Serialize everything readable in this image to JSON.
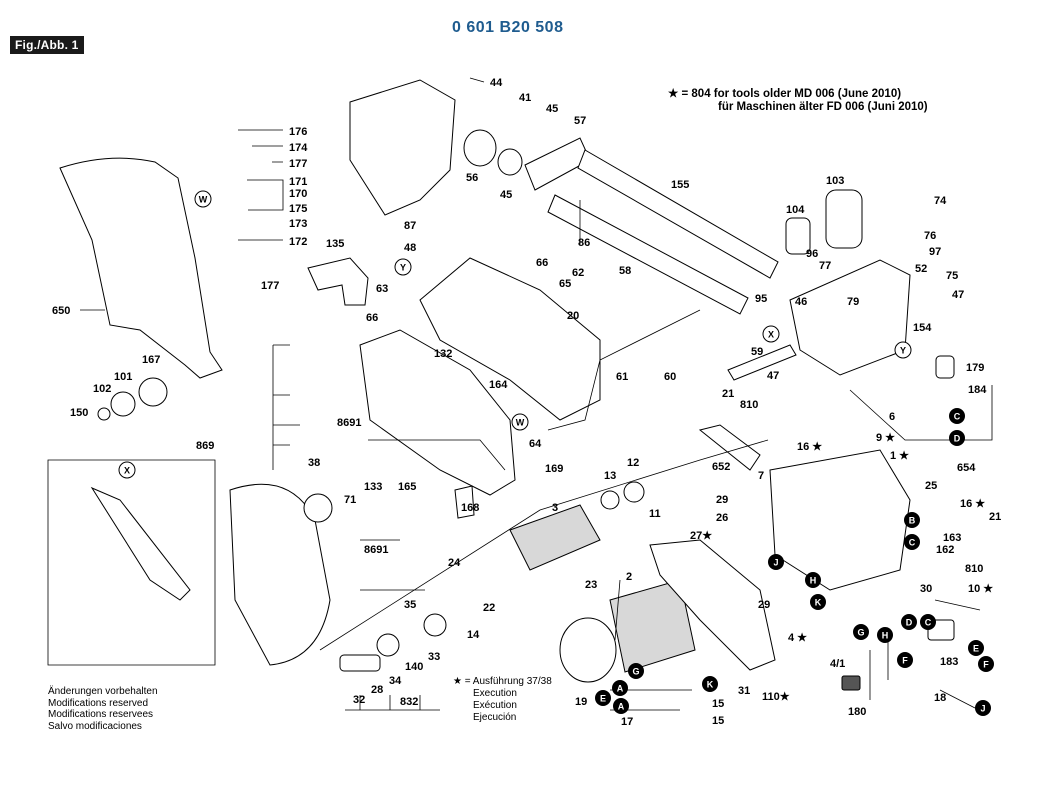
{
  "header": {
    "figure_tag": "Fig./Abb. 1",
    "part_number": "0 601 B20 508"
  },
  "note": {
    "line1": "★ = 804 for tools older MD 006 (June 2010)",
    "line2": "für Maschinen älter FD 006 (Juni 2010)"
  },
  "variant_note": {
    "line1": "★ = Ausführung 37/38",
    "line2": "Execution",
    "line3": "Exécution",
    "line4": "Ejecución"
  },
  "disclaimer": [
    "Änderungen vorbehalten",
    "Modifications reserved",
    "Modifications reservees",
    "Salvo modificaciones"
  ],
  "part_labels": [
    "44",
    "41",
    "45",
    "57",
    "56",
    "45",
    "155",
    "103",
    "74",
    "176",
    "174",
    "177",
    "171",
    "170",
    "175",
    "173",
    "172",
    "177",
    "650",
    "135",
    "87",
    "48",
    "66",
    "62",
    "65",
    "63",
    "86",
    "58",
    "104",
    "96",
    "77",
    "52",
    "97",
    "76",
    "75",
    "95",
    "46",
    "79",
    "47",
    "66",
    "20",
    "132",
    "154",
    "59",
    "47",
    "179",
    "184",
    "167",
    "101",
    "102",
    "150",
    "164",
    "61",
    "60",
    "21",
    "810",
    "8691",
    "869",
    "38",
    "71",
    "133",
    "165",
    "169",
    "64",
    "6",
    "9 ★",
    "1 ★",
    "168",
    "8691",
    "13",
    "12",
    "11",
    "3",
    "652",
    "16 ★",
    "654",
    "29",
    "26",
    "25",
    "16 ★",
    "27★",
    "163",
    "162",
    "21",
    "30",
    "810",
    "10 ★",
    "24",
    "2",
    "23",
    "22",
    "35",
    "14",
    "29",
    "4 ★",
    "140",
    "33",
    "34",
    "28",
    "32",
    "832",
    "19",
    "17",
    "15",
    "15",
    "31",
    "110★",
    "183",
    "180",
    "18",
    "4/1",
    "7"
  ],
  "connector_letters": [
    "W",
    "Y",
    "Y",
    "X",
    "X",
    "Y",
    "W",
    "C",
    "D",
    "B",
    "C",
    "J",
    "H",
    "K",
    "G",
    "D",
    "C",
    "E",
    "F",
    "G",
    "H",
    "K",
    "A",
    "E",
    "A",
    "F",
    "J"
  ]
}
